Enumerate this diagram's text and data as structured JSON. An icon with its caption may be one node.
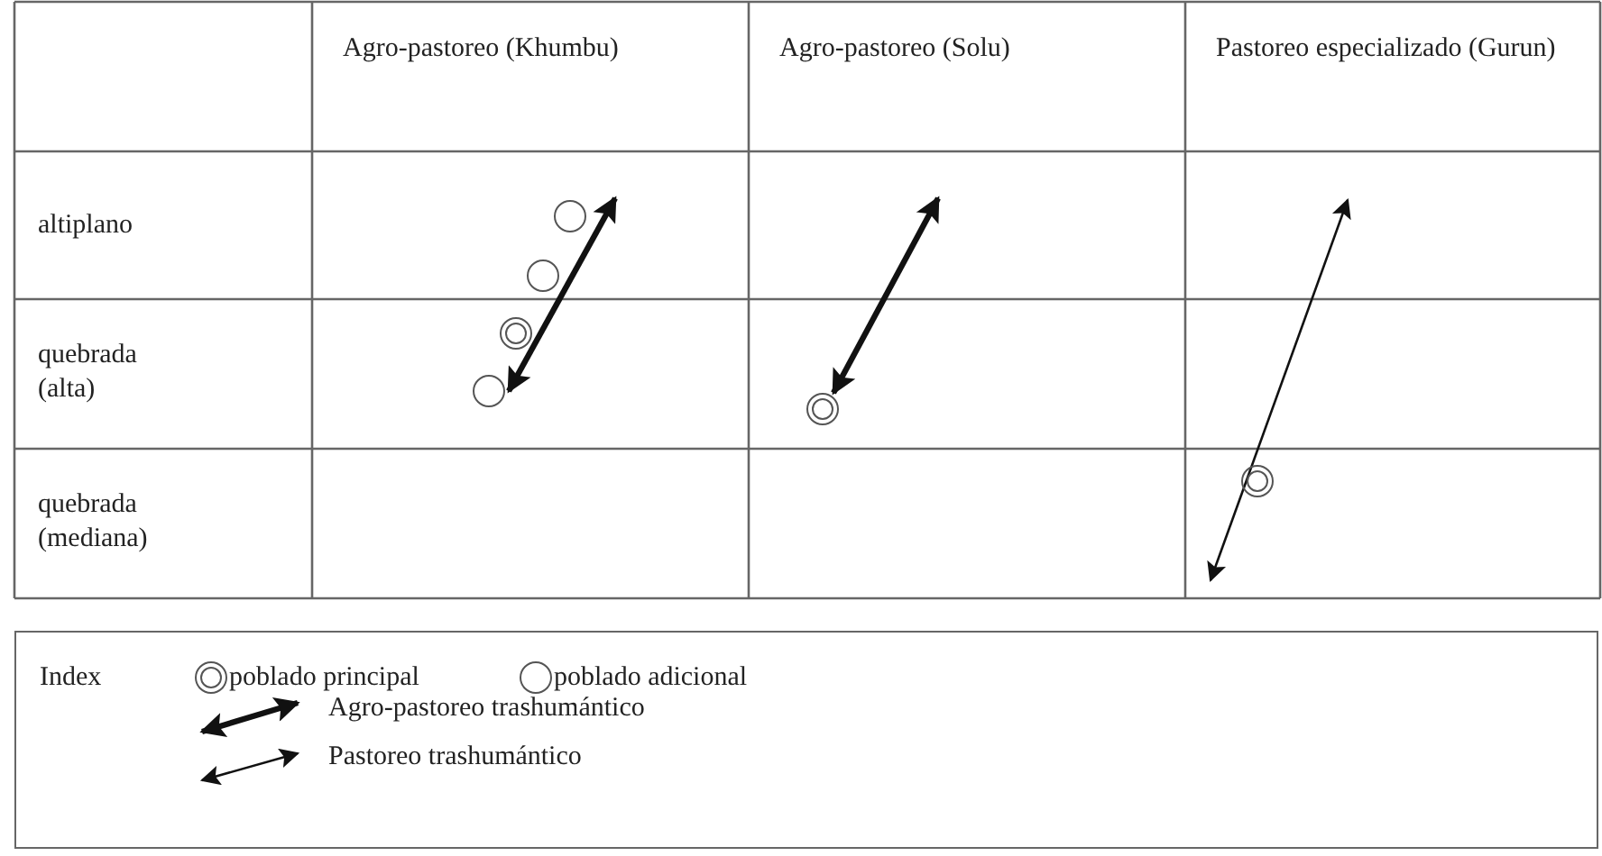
{
  "diagram": {
    "labels": [
      "Agro-pastoreo (Khumbu)",
      "Agro-pastoreo (Solu)",
      "Pastoreo especializado (Gurun)",
      "altiplano",
      "quebrada (alta)",
      "quebrada (mediana)",
      "Index"
    ],
    "legend": [
      {
        "text": "poblado principal"
      },
      {
        "text": "poblado adicional"
      },
      {
        "text": "Agro-pastoreo trashumántico"
      },
      {
        "text": "Pastoreo trashumántico"
      }
    ]
  }
}
